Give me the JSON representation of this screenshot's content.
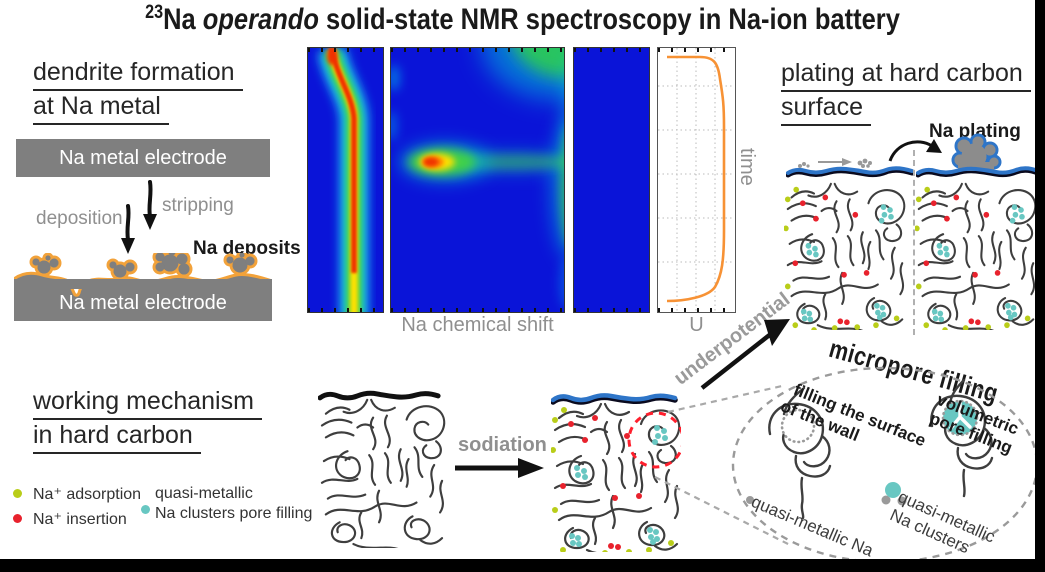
{
  "title": {
    "sup": "23",
    "t1": "Na ",
    "italic": "operando",
    "t2": " solid-state NMR spectroscopy in Na-ion battery"
  },
  "dendrite": {
    "heading1": "dendrite formation",
    "heading2": "at Na metal",
    "electrode_label": "Na metal electrode",
    "deposition": "deposition",
    "stripping": "stripping",
    "deposits": "Na deposits",
    "electrode_label2": "Na metal electrode"
  },
  "nmr": {
    "xlabel": "Na chemical shift",
    "voltage_label": "U",
    "time_label": "time"
  },
  "plating": {
    "heading1": "plating at hard carbon",
    "heading2": "surface",
    "na_plating": "Na plating"
  },
  "flow": {
    "underpotential": "underpotential",
    "sodiation": "sodiation"
  },
  "working": {
    "heading1": "working mechanism",
    "heading2": "in hard carbon",
    "legend": [
      {
        "color": "#b9cd19",
        "label": "Na⁺ adsorption"
      },
      {
        "color": "#e8222d",
        "label": "Na⁺ insertion"
      },
      {
        "color": "#68c7c2",
        "label_line1": "quasi-metallic",
        "label_line2": "Na clusters pore filling"
      }
    ]
  },
  "micropore": {
    "title": "micropore filling",
    "surface_label1": "filling the surface",
    "surface_label2": "of the wall",
    "volume_label1": "volumetric",
    "volume_label2": "pore filling",
    "qm_na": "quasi-metallic Na",
    "qm_clusters1": "quasi-metallic",
    "qm_clusters2": "Na clusters"
  },
  "colors": {
    "gray_bar": "#7f7f7f",
    "orange_outline": "#f2a23a",
    "teal": "#68c7c2",
    "yellow_green": "#b9cd19",
    "red": "#e8222d",
    "surface_blue": "#2e75c8",
    "label_gray": "#8f8f8f",
    "curve_orange": "#f79235"
  }
}
